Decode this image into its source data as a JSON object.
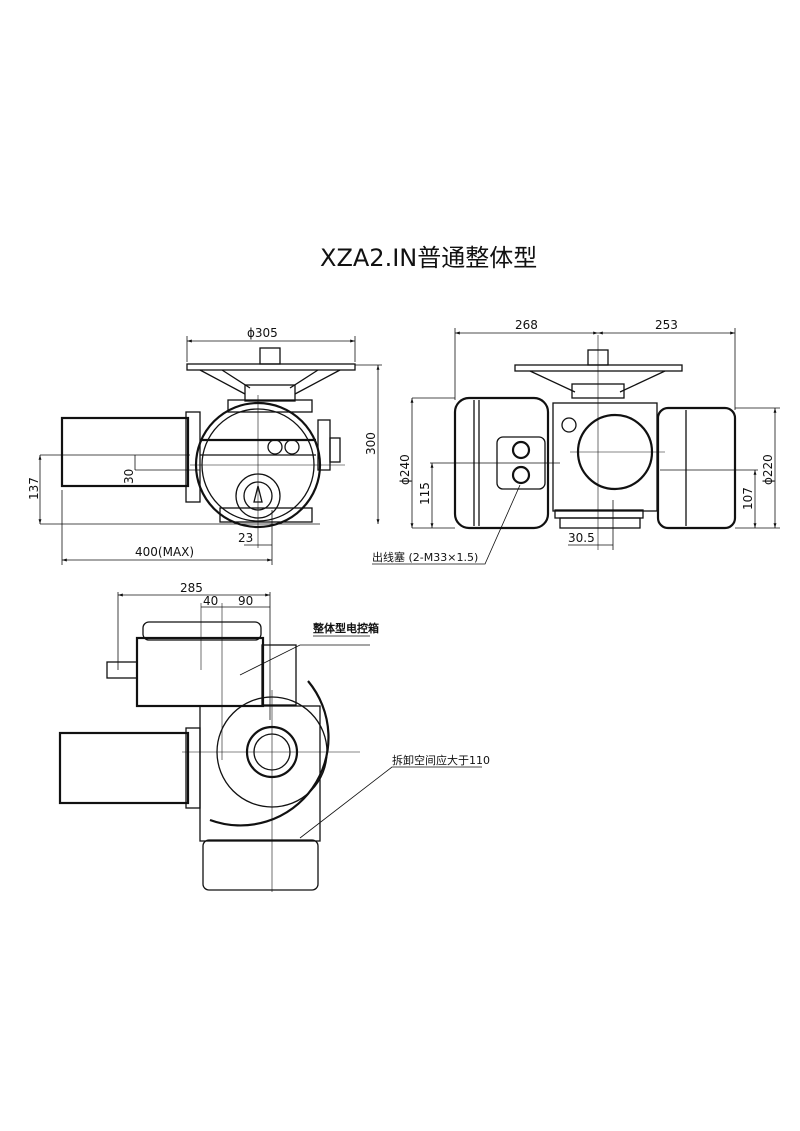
{
  "title": "XZA2.IN普通整体型",
  "front_view": {
    "dim_handwheel": "ϕ305",
    "dim_height": "300",
    "dim_motor_axis": "137",
    "dim_offset": "30",
    "dim_center": "23",
    "dim_length": "400(MAX)"
  },
  "side_view": {
    "dim_left": "268",
    "dim_right": "253",
    "dim_left_dia": "ϕ240",
    "dim_left_axis": "115",
    "dim_right_dia": "ϕ220",
    "dim_right_axis": "107",
    "dim_center": "30.5",
    "cable_gland_label": "出线塞 (2-M33×1.5)"
  },
  "top_view": {
    "dim_total": "285",
    "dim_a": "40",
    "dim_b": "90",
    "control_box_label": "整体型电控箱",
    "clearance_label": "拆卸空间应大于110"
  }
}
